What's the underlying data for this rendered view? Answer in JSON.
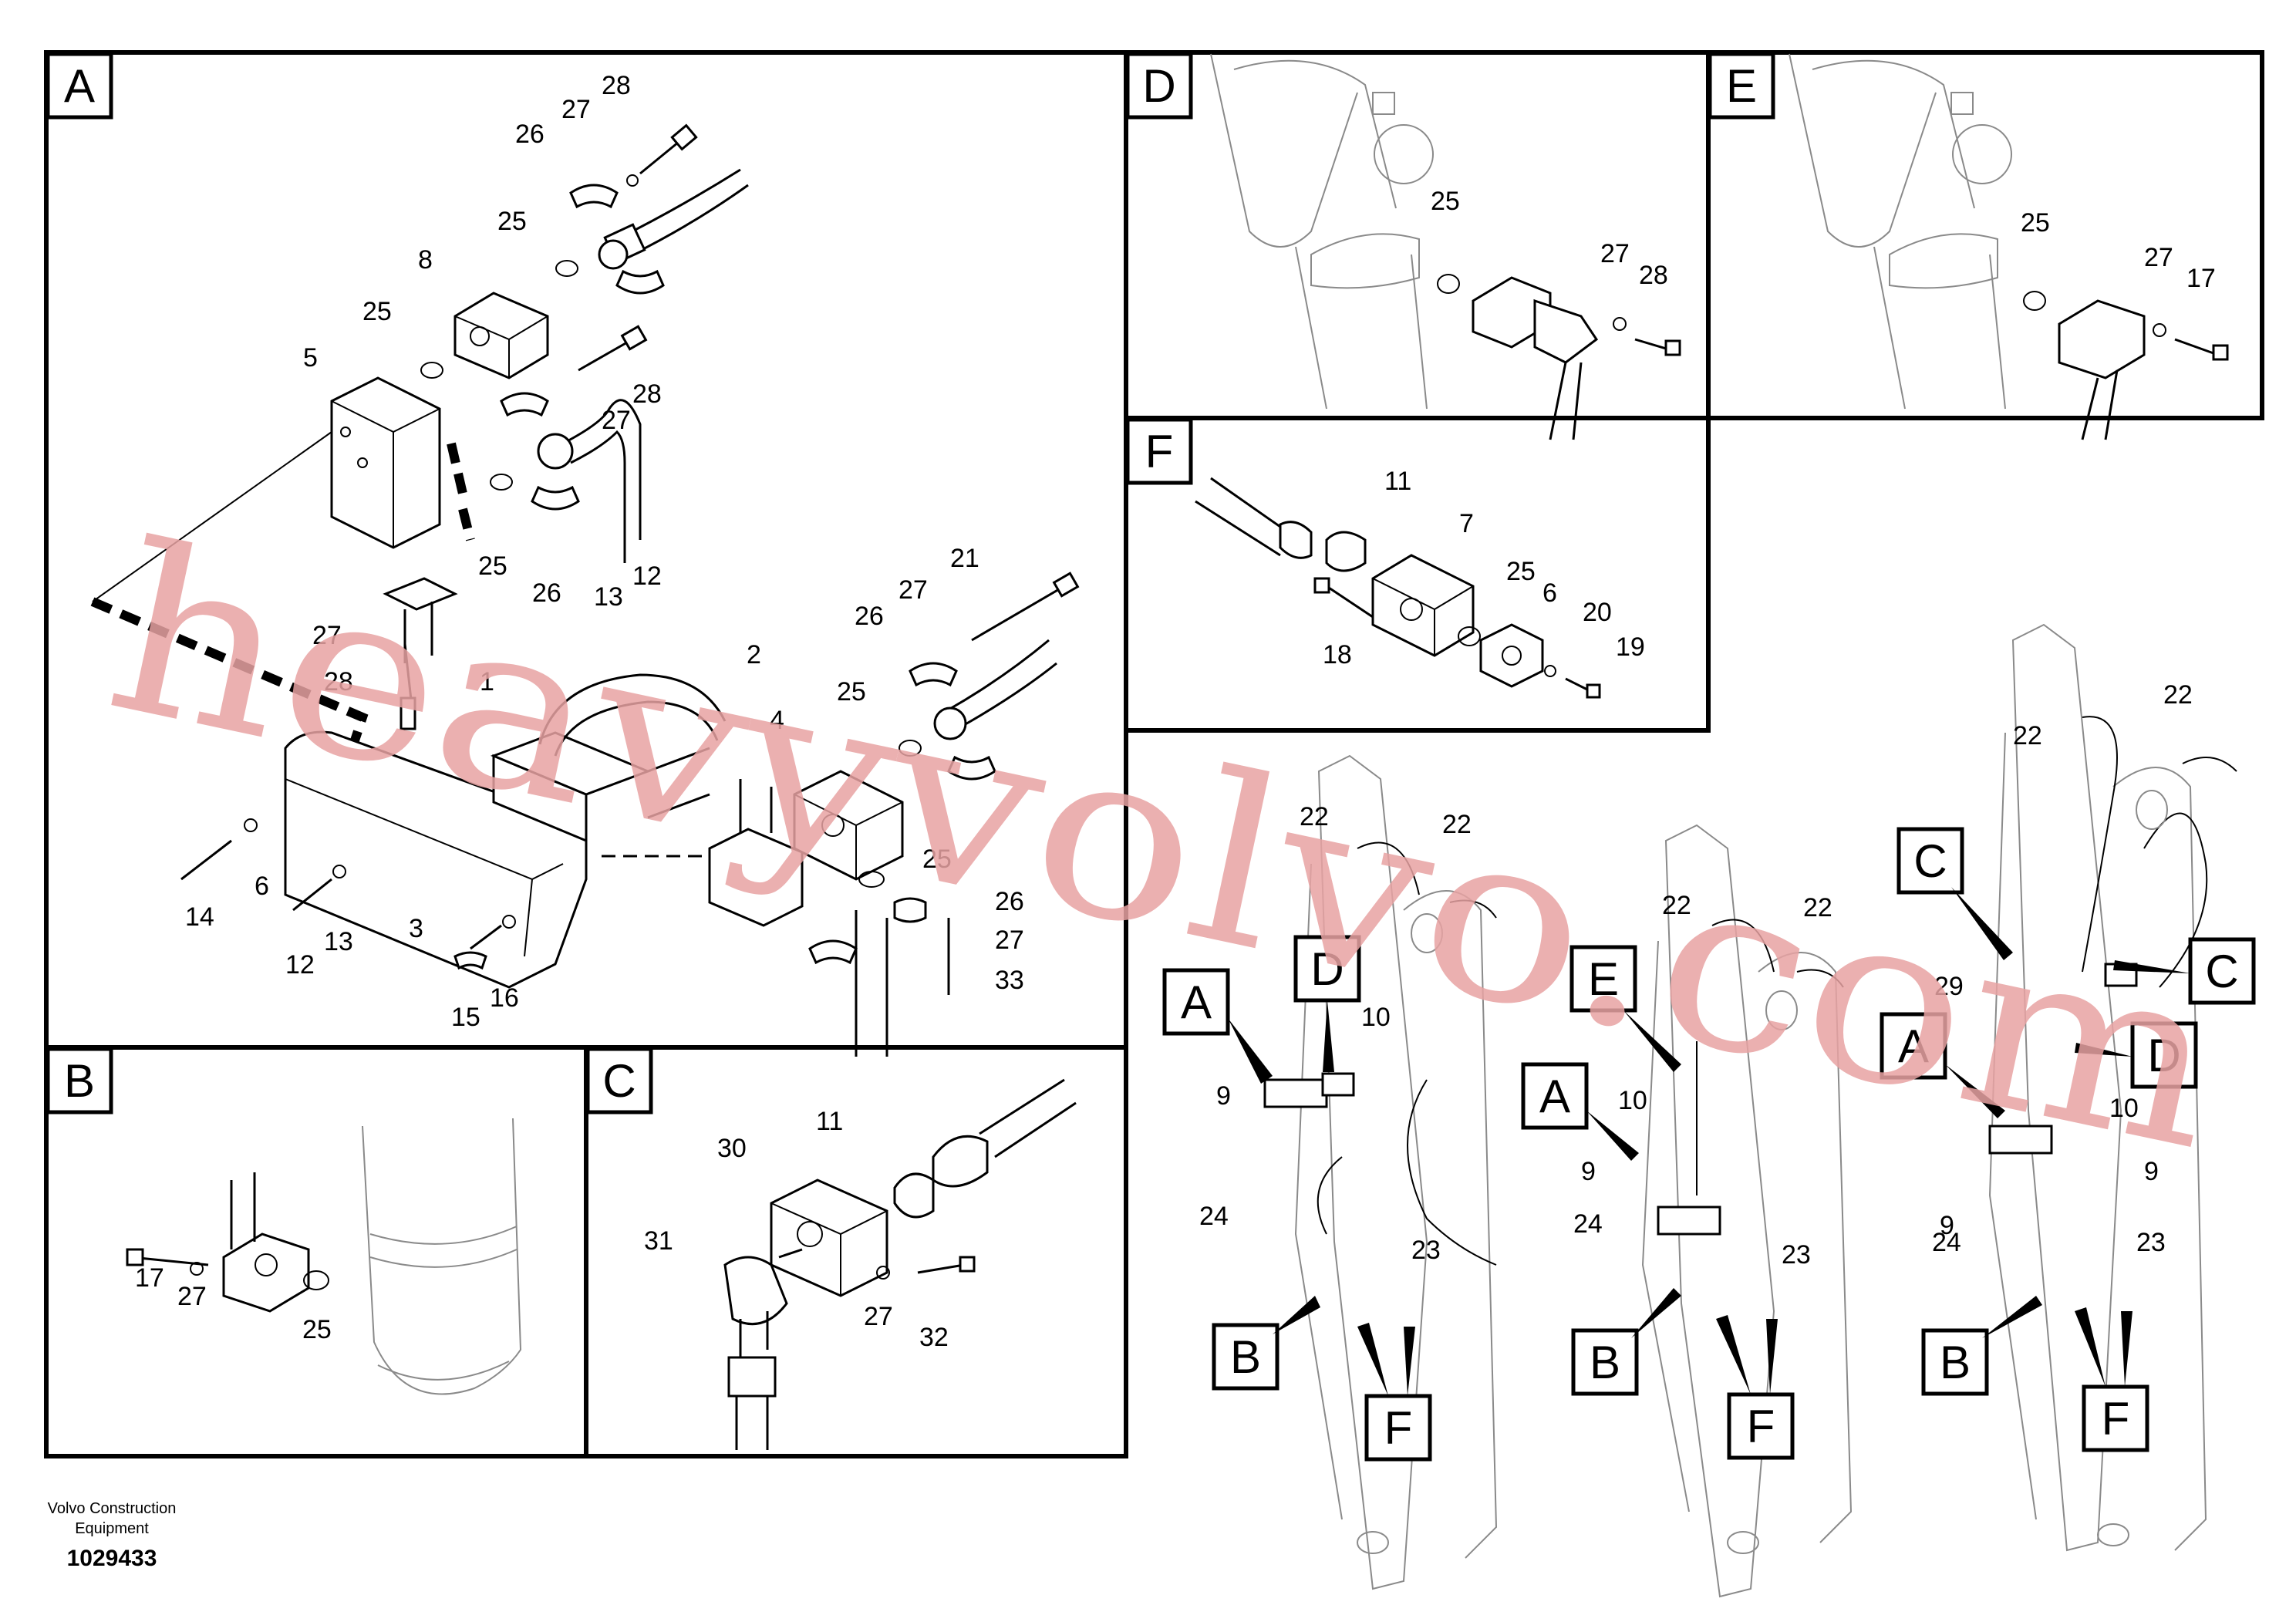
{
  "panels": {
    "A": "A",
    "B": "B",
    "C": "C",
    "D": "D",
    "E": "E",
    "F": "F"
  },
  "panel_a_labels": [
    "28",
    "27",
    "26",
    "25",
    "8",
    "25",
    "5",
    "28",
    "27",
    "25",
    "26",
    "21",
    "27",
    "12",
    "13",
    "26",
    "27",
    "2",
    "28",
    "1",
    "25",
    "4",
    "25",
    "26",
    "27",
    "33",
    "6",
    "14",
    "13",
    "12",
    "3",
    "15",
    "16"
  ],
  "panel_b_labels": [
    "17",
    "27",
    "25"
  ],
  "panel_c_labels": [
    "11",
    "30",
    "31",
    "27",
    "32"
  ],
  "panel_d_labels": [
    "25",
    "27",
    "28"
  ],
  "panel_e_labels": [
    "25",
    "27",
    "17"
  ],
  "panel_f_labels": [
    "11",
    "7",
    "25",
    "6",
    "20",
    "19",
    "18"
  ],
  "overview_labels": [
    "22",
    "22",
    "A",
    "D",
    "10",
    "9",
    "24",
    "23",
    "B",
    "F",
    "22",
    "22",
    "E",
    "A",
    "10",
    "9",
    "24",
    "23",
    "B",
    "F",
    "22",
    "22",
    "C",
    "29",
    "C",
    "A",
    "D",
    "10",
    "9",
    "9",
    "24",
    "23",
    "B",
    "F"
  ],
  "footer": {
    "company_line1": "Volvo Construction",
    "company_line2": "Equipment",
    "drawing_number": "1029433"
  },
  "watermark": "heavyvolvo.com"
}
